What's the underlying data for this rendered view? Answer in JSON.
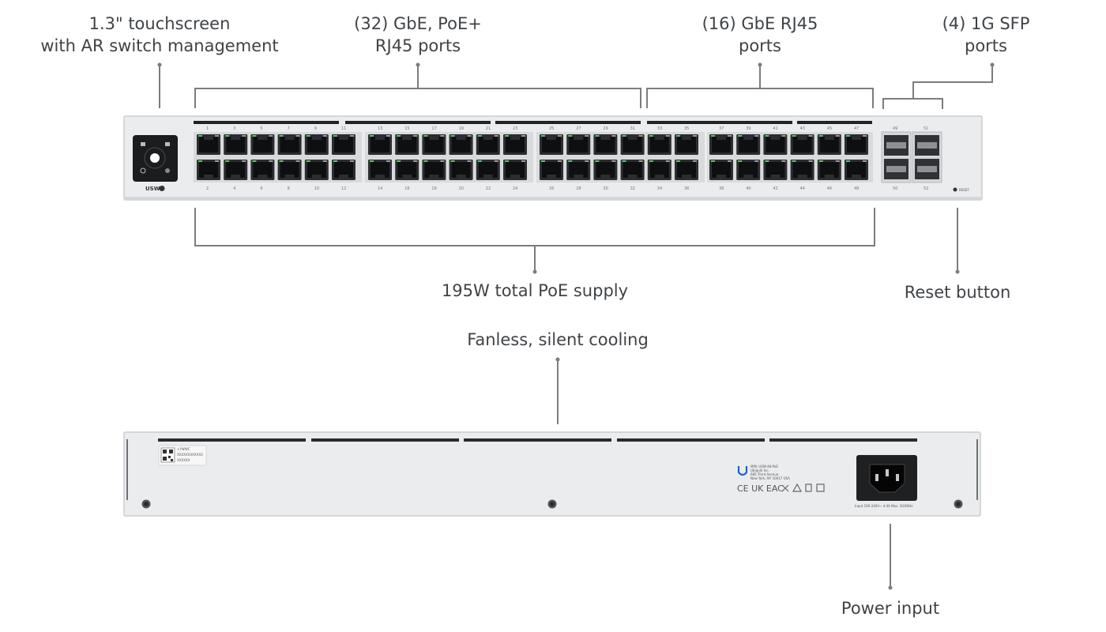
{
  "callouts": {
    "touchscreen": [
      "1.3\" touchscreen",
      "with AR switch management"
    ],
    "poe_ports": [
      "(32) GbE, PoE+",
      "RJ45 ports"
    ],
    "gbe_ports": [
      "(16) GbE RJ45",
      "ports"
    ],
    "sfp_ports": [
      "(4) 1G SFP",
      "ports"
    ],
    "poe_supply": "195W total PoE supply",
    "reset": "Reset button",
    "cooling": "Fanless, silent cooling",
    "power": "Power input"
  },
  "front_panel": {
    "brand": "USW",
    "reset_label": "RESET",
    "top_port_numbers": [
      "1",
      "3",
      "5",
      "7",
      "9",
      "11",
      "13",
      "15",
      "17",
      "19",
      "21",
      "23",
      "25",
      "27",
      "29",
      "31",
      "33",
      "35",
      "37",
      "39",
      "41",
      "43",
      "45",
      "47"
    ],
    "bottom_port_numbers": [
      "2",
      "4",
      "6",
      "8",
      "10",
      "12",
      "14",
      "16",
      "18",
      "20",
      "22",
      "24",
      "26",
      "28",
      "30",
      "32",
      "34",
      "36",
      "38",
      "40",
      "42",
      "44",
      "46",
      "48"
    ],
    "sfp_top_numbers": [
      "49",
      "51"
    ],
    "sfp_bottom_numbers": [
      "50",
      "52"
    ]
  },
  "rear_panel": {
    "label_lines": [
      "+YWWC",
      "XXXXXXXXXXXX",
      "XXXXXX"
    ],
    "reg_lines": [
      "M/N: USW-48-PoE",
      "Ubiquiti Inc.",
      "685 Third Avenue",
      "New York, NY 10017 USA"
    ],
    "cert_marks": "CE UK EAC",
    "power_rating": "Input 100-240V~ 4.4A Max. 50/60Hz"
  },
  "colors": {
    "chassis": "#e9eaec",
    "chassis_edge": "#c9cbce",
    "bracket_line": "#7a7d80",
    "port_frame": "#2b2d30",
    "led_green": "#5ec46e"
  }
}
